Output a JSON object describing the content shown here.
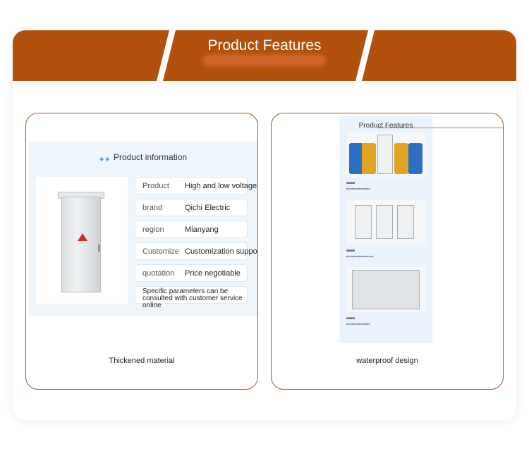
{
  "banner": {
    "title": "Product Features"
  },
  "left_card": {
    "info_title": "Product information",
    "rows": [
      {
        "key": "Product",
        "value": "High and low voltage distribution cabinet"
      },
      {
        "key": "brand",
        "value": "Qichi Electric"
      },
      {
        "key": "region",
        "value": "Mianyang"
      },
      {
        "key": "Customize",
        "value": "Customization supported"
      },
      {
        "key": "quotation",
        "value": "Price negotiable"
      },
      {
        "key": "",
        "value": "Specific parameters can be consulted with customer service online"
      }
    ],
    "caption": "Thickened material"
  },
  "right_card": {
    "feature_title": "Product Features",
    "caption": "waterproof design"
  },
  "colors": {
    "banner": "#b1510d",
    "card_border": "#a75a22",
    "panel_bg": "#eef5fb"
  }
}
